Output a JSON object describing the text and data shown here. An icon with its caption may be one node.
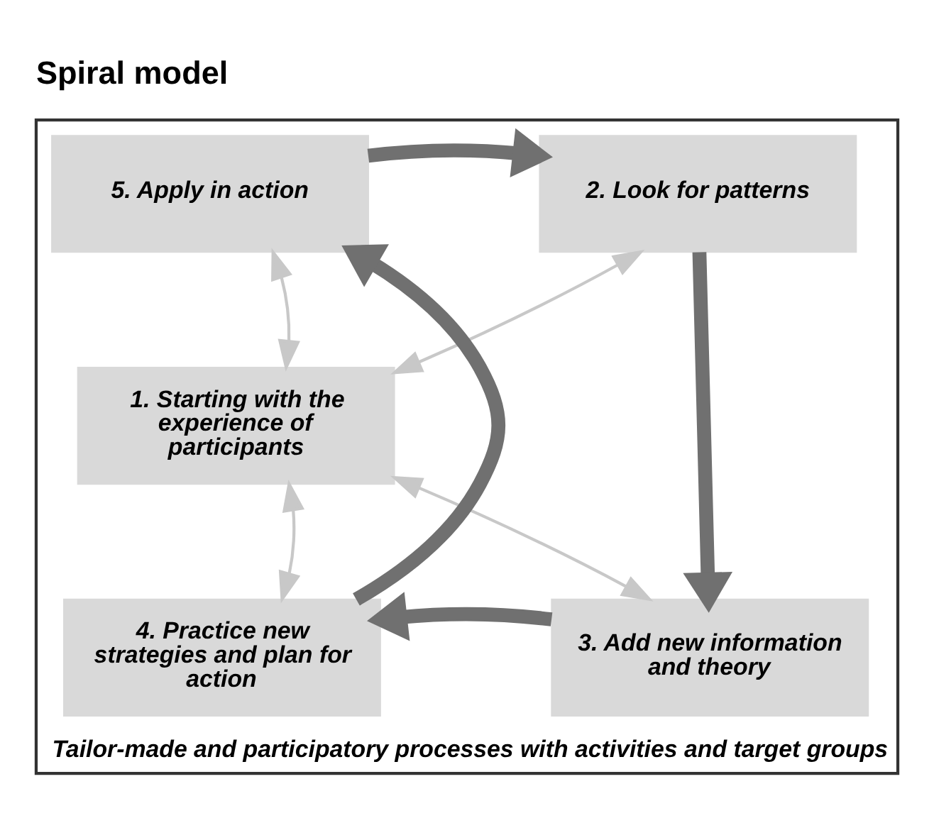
{
  "diagram": {
    "title": "Spiral model",
    "nodes": [
      {
        "text": [
          "Tailor-made and participatory processes with activities and target groups"
        ]
      },
      {
        "text": [
          "5. Apply in action"
        ],
        "in": 0
      },
      {
        "text": [
          "2. Look for patterns"
        ],
        "in": 0
      },
      {
        "text": [
          "1. Starting with the experience of participants"
        ],
        "in": 0
      },
      {
        "text": [
          "4. Practice new strategies and plan for action"
        ],
        "in": 0
      },
      {
        "text": [
          "3. Add new information and theory"
        ],
        "in": 0
      }
    ],
    "edges": [
      {
        "from": 1,
        "to": 2,
        "arrow": "to",
        "style": "thick"
      },
      {
        "from": 3,
        "to": 1,
        "arrow": "both"
      },
      {
        "from": 3,
        "to": 2,
        "arrow": "both"
      },
      {
        "from": 2,
        "to": 5,
        "arrow": "to",
        "style": "thick"
      },
      {
        "from": 4,
        "to": 1,
        "arrow": "to",
        "style": "thick"
      },
      {
        "from": 3,
        "to": 4,
        "arrow": "both"
      },
      {
        "from": 3,
        "to": 5,
        "arrow": "both"
      },
      {
        "from": 5,
        "to": 4,
        "arrow": "to",
        "style": "thick"
      }
    ]
  }
}
